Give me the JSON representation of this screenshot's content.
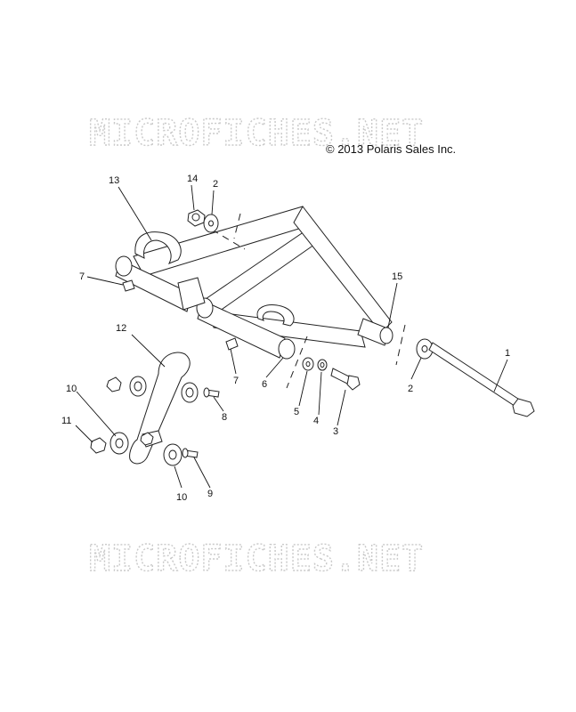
{
  "watermark": "MICROFICHES.NET",
  "copyright": "© 2013 Polaris Sales Inc.",
  "callouts": [
    {
      "id": "c13",
      "label": "13"
    },
    {
      "id": "c14",
      "label": "14"
    },
    {
      "id": "c2a",
      "label": "2"
    },
    {
      "id": "c7a",
      "label": "7"
    },
    {
      "id": "c15",
      "label": "15"
    },
    {
      "id": "c12",
      "label": "12"
    },
    {
      "id": "c1",
      "label": "1"
    },
    {
      "id": "c7b",
      "label": "7"
    },
    {
      "id": "c6",
      "label": "6"
    },
    {
      "id": "c10a",
      "label": "10"
    },
    {
      "id": "c8",
      "label": "8"
    },
    {
      "id": "c5",
      "label": "5"
    },
    {
      "id": "c4",
      "label": "4"
    },
    {
      "id": "c2b",
      "label": "2"
    },
    {
      "id": "c3",
      "label": "3"
    },
    {
      "id": "c11",
      "label": "11"
    },
    {
      "id": "c9",
      "label": "9"
    },
    {
      "id": "c10b",
      "label": "10"
    }
  ]
}
